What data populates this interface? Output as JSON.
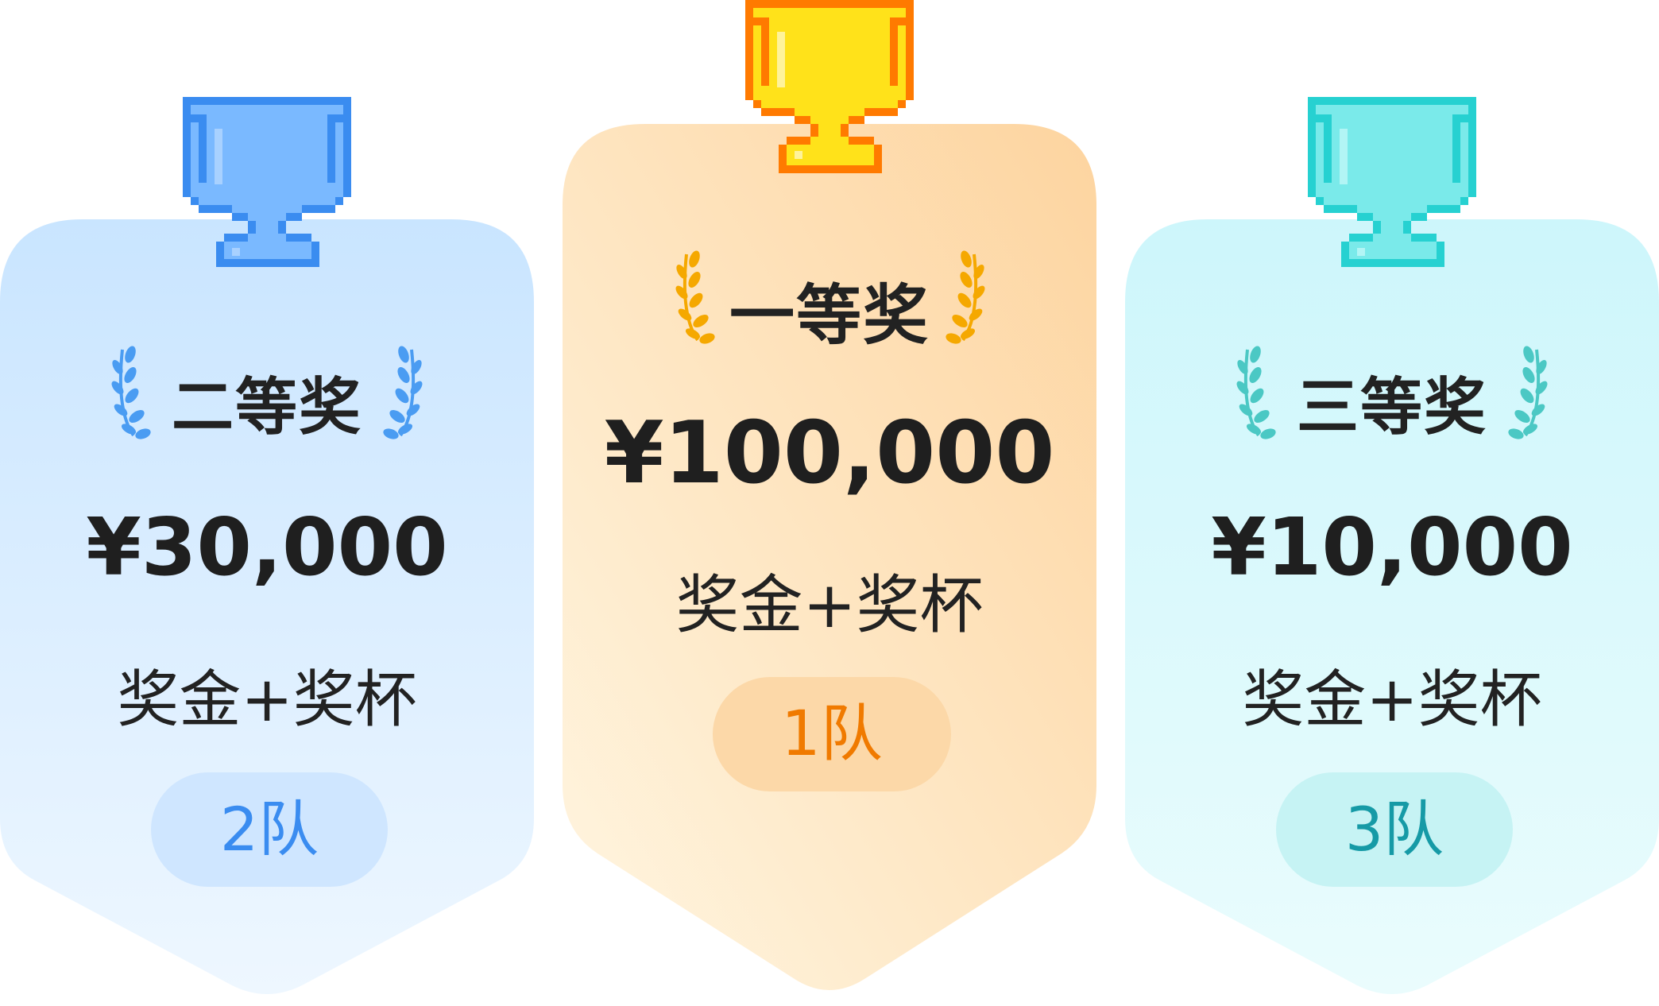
{
  "cards": [
    {
      "id": "second",
      "rank_title": "二等奖",
      "amount": "¥30,000",
      "reward": "奖金+奖杯",
      "team_count": "2队",
      "trophy_icon": "trophy-icon",
      "laurel_icon": "laurel-icon",
      "colors": {
        "card_top": "#c9e5ff",
        "card_bottom": "#eef7ff",
        "trophy_fill": "#7ab9ff",
        "trophy_outline": "#3a8cf0",
        "laurel": "#4a9cf2",
        "pill_bg": "#cfe6ff",
        "pill_text": "#3a8cf0"
      }
    },
    {
      "id": "first",
      "rank_title": "一等奖",
      "amount": "¥100,000",
      "reward": "奖金+奖杯",
      "team_count": "1队",
      "trophy_icon": "trophy-icon",
      "laurel_icon": "laurel-icon",
      "colors": {
        "card_top": "#fdd49f",
        "card_bottom": "#fff6e2",
        "trophy_fill": "#ffe21a",
        "trophy_outline": "#ff7a00",
        "laurel": "#f5a800",
        "pill_bg": "#fcd8a8",
        "pill_text": "#f07a00"
      }
    },
    {
      "id": "third",
      "rank_title": "三等奖",
      "amount": "¥10,000",
      "reward": "奖金+奖杯",
      "team_count": "3队",
      "trophy_icon": "trophy-icon",
      "laurel_icon": "laurel-icon",
      "colors": {
        "card_top": "#cdf6fb",
        "card_bottom": "#eafcfd",
        "trophy_fill": "#7aeaea",
        "trophy_outline": "#26d1d1",
        "laurel": "#4bc8c4",
        "pill_bg": "#c6f3f4",
        "pill_text": "#169aa6"
      }
    }
  ]
}
